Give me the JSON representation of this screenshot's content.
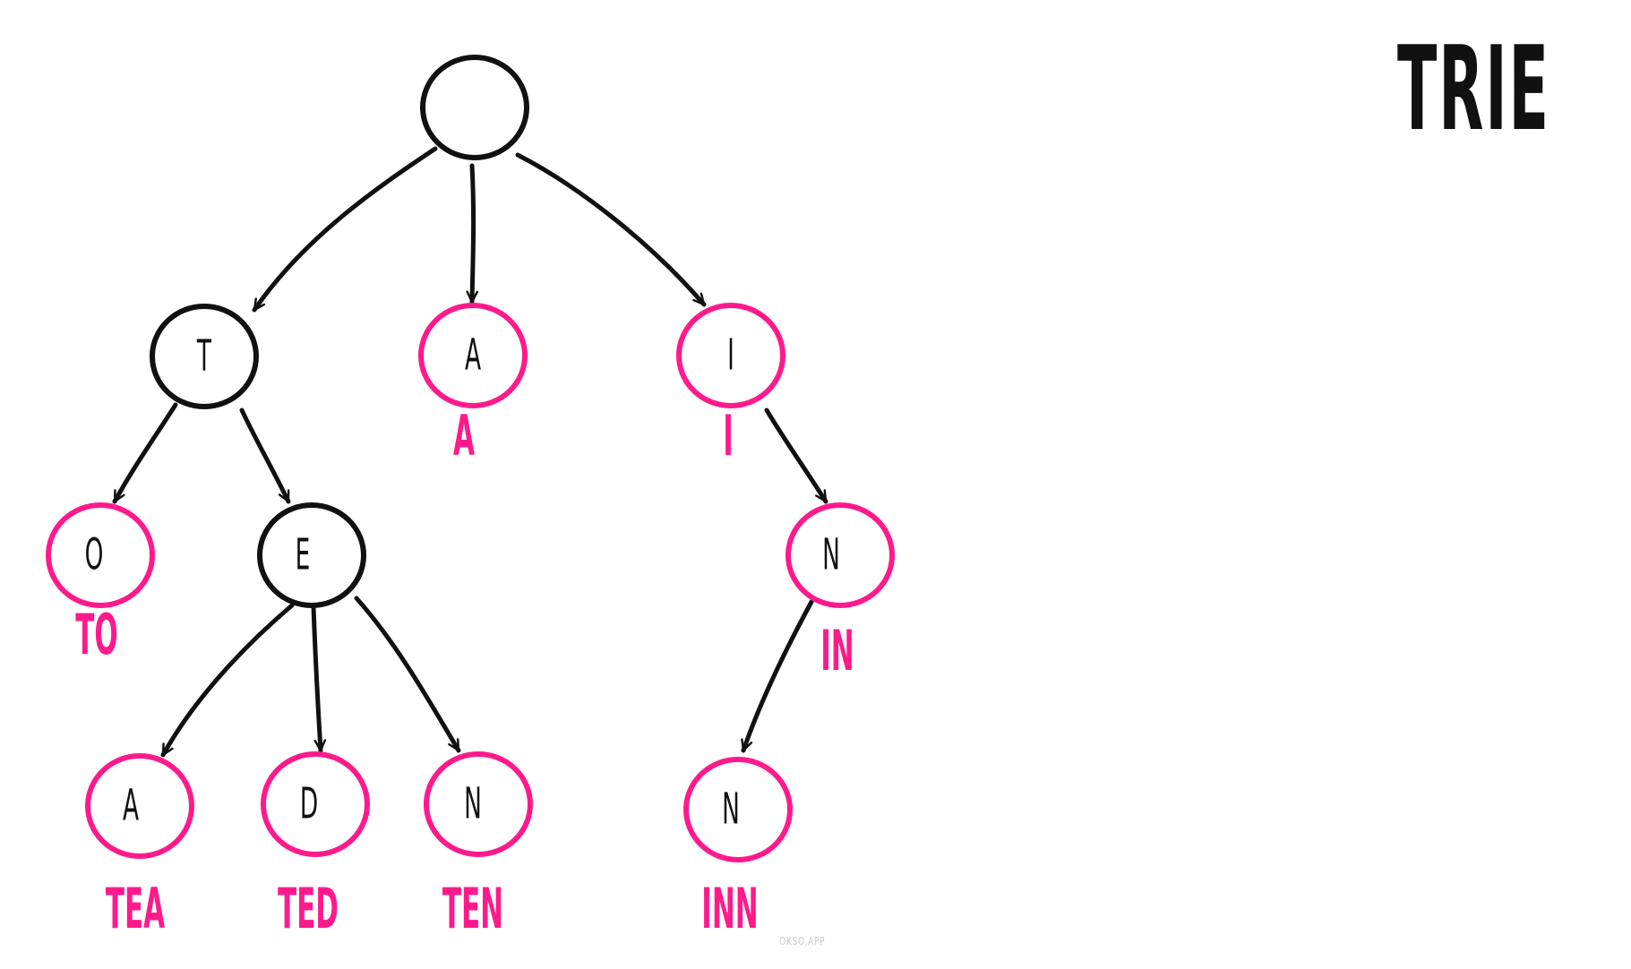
{
  "title": "TRIE",
  "watermark": "OKSO.APP",
  "colors": {
    "ink": "#111111",
    "terminal": "#ff1a8c",
    "watermark": "#c8c8c8"
  },
  "nodes": {
    "root": {
      "letter": "",
      "word": "",
      "terminal": false
    },
    "t": {
      "letter": "T",
      "word": "",
      "terminal": false
    },
    "a": {
      "letter": "A",
      "word": "A",
      "terminal": true
    },
    "i": {
      "letter": "I",
      "word": "I",
      "terminal": true
    },
    "o": {
      "letter": "O",
      "word": "TO",
      "terminal": true
    },
    "e": {
      "letter": "E",
      "word": "",
      "terminal": false
    },
    "n1": {
      "letter": "N",
      "word": "IN",
      "terminal": true
    },
    "ea": {
      "letter": "A",
      "word": "TEA",
      "terminal": true
    },
    "ed": {
      "letter": "D",
      "word": "TED",
      "terminal": true
    },
    "en": {
      "letter": "N",
      "word": "TEN",
      "terminal": true
    },
    "nn": {
      "letter": "N",
      "word": "INN",
      "terminal": true
    }
  },
  "edges": [
    [
      "root",
      "t"
    ],
    [
      "root",
      "a"
    ],
    [
      "root",
      "i"
    ],
    [
      "t",
      "o"
    ],
    [
      "t",
      "e"
    ],
    [
      "e",
      "ea"
    ],
    [
      "e",
      "ed"
    ],
    [
      "e",
      "en"
    ],
    [
      "i",
      "n1"
    ],
    [
      "n1",
      "nn"
    ]
  ]
}
